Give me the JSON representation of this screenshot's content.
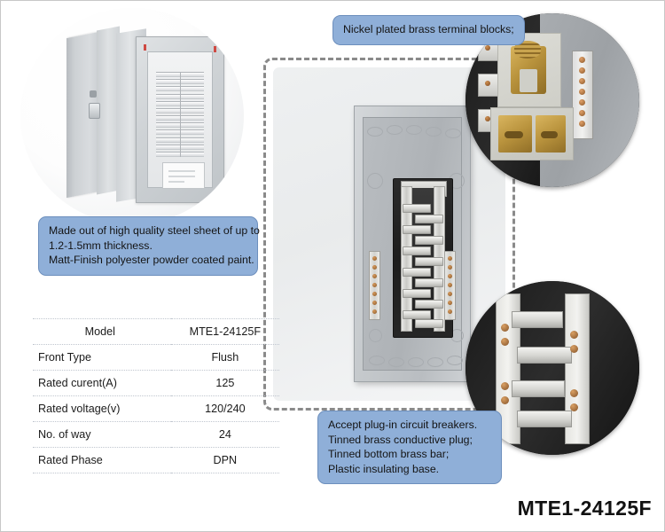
{
  "product": {
    "model_number": "MTE1-24125F"
  },
  "callouts": {
    "terminal_blocks": {
      "lines": [
        "Nickel plated brass terminal blocks;"
      ]
    },
    "steel_sheet": {
      "lines": [
        "Made out of high quality steel sheet of up to",
        "1.2-1.5mm thickness.",
        "Matt-Finish polyester powder coated paint."
      ]
    },
    "breakers": {
      "lines": [
        "Accept plug-in circuit breakers.",
        "Tinned brass conductive plug;",
        "Tinned bottom brass bar;",
        "Plastic insulating base."
      ]
    }
  },
  "spec_table": {
    "rows": [
      {
        "key": "Model",
        "value": "MTE1-24125F"
      },
      {
        "key": "Front Type",
        "value": "Flush"
      },
      {
        "key": "Rated curent(A)",
        "value": "125"
      },
      {
        "key": "Rated voltage(v)",
        "value": "120/240"
      },
      {
        "key": "No. of way",
        "value": "24"
      },
      {
        "key": "Rated Phase",
        "value": "DPN"
      }
    ]
  },
  "photos": {
    "panel_front": "panelboard-with-open-door-and-cover",
    "enclosure": "open-enclosure-with-busbar-assembly",
    "terminal_detail": "brass-terminal-block-closeup",
    "busbar_detail": "tinned-busbar-fingers-closeup"
  },
  "colors": {
    "callout_bg": "#8fafd8",
    "callout_border": "#6d8fbd",
    "dashed_border": "#8a8a8a",
    "text": "#141414"
  }
}
